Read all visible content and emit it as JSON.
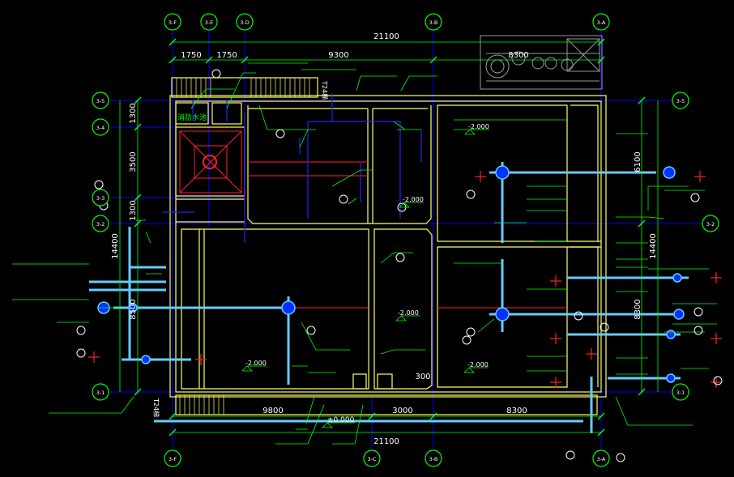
{
  "colors": {
    "background": "#000000",
    "wall": "#ffff66",
    "axis_line": "#0000ff",
    "axis_bubble": "#00ff00",
    "dimension": "#00ff00",
    "dimension_text": "#ffffff",
    "leader": "#00ff00",
    "pipe": "#66ccff",
    "pipe_dark": "#0033ff",
    "red_mark": "#ff2222",
    "stair": "#ffff66",
    "inset": "#999999"
  },
  "axis_labels": {
    "f_top": "3-F",
    "e_top": "3-E",
    "d_top": "3-D",
    "b_top": "3-B",
    "a_top": "3-A",
    "f_bottom": "3-F",
    "c_bottom": "3-C",
    "b_bottom": "3-B",
    "a_bottom": "3-A",
    "r5_left": "3-5",
    "r4_left": "3-4",
    "r3_left": "3-3",
    "r2_left": "3-2",
    "r1_left": "3-1",
    "r5_right": "3-5",
    "r2_right": "3-2",
    "r1_right": "3-1"
  },
  "dimensions": {
    "top_overall": "21100",
    "top_1750_a": "1750",
    "top_1750_b": "1750",
    "top_9300": "9300",
    "top_8300": "8300",
    "bottom_overall": "21100",
    "bottom_9800": "9800",
    "bottom_3000": "3000",
    "bottom_8300": "8300",
    "left_1300": "1300",
    "left_3500": "3500",
    "left_1300_b": "1300",
    "left_14400": "14400",
    "left_8500": "8500",
    "right_6100": "6100",
    "right_14400": "14400",
    "right_8300": "8300",
    "inner_300": "300"
  },
  "annotations": {
    "elev_top_right": "-2.000",
    "elev_mid": "-2.000",
    "elev_center": "-2.000",
    "elev_bottom_left": "-2.000",
    "elev_bottom_right": "-2.000",
    "elev_ground": "±0.000",
    "room_label": "消防水池",
    "stair_top": "T24梯",
    "stair_bottom": "T24梯"
  }
}
